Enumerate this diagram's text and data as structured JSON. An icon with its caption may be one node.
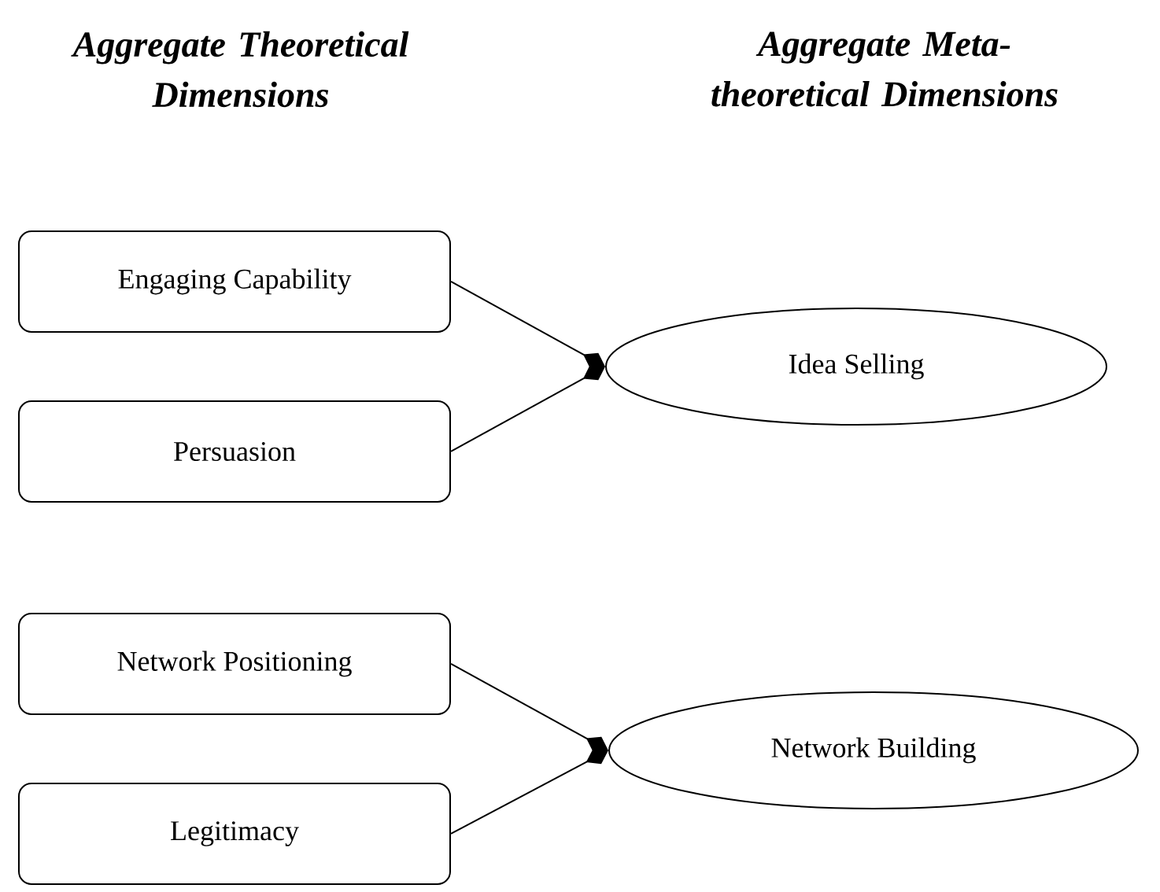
{
  "diagram": {
    "nodes": [
      {
        "text": [
          "Engaging Capability"
        ]
      },
      {
        "text": [
          "Persuasion"
        ]
      },
      {
        "text": [
          "Idea Selling"
        ]
      },
      {
        "text": [
          "Network Positioning"
        ]
      },
      {
        "text": [
          "Legitimacy"
        ]
      },
      {
        "text": [
          "Network Building"
        ]
      }
    ],
    "edges": [
      {
        "from": 0,
        "to": 2,
        "arrow": "other"
      },
      {
        "from": 1,
        "to": 2,
        "arrow": "other"
      },
      {
        "from": 3,
        "to": 5,
        "arrow": "other"
      },
      {
        "from": 4,
        "to": 5,
        "arrow": "other"
      }
    ],
    "labels": [
      "Aggregate Theoretical Dimensions",
      "Aggregate Meta-theoretical Dimensions"
    ]
  }
}
